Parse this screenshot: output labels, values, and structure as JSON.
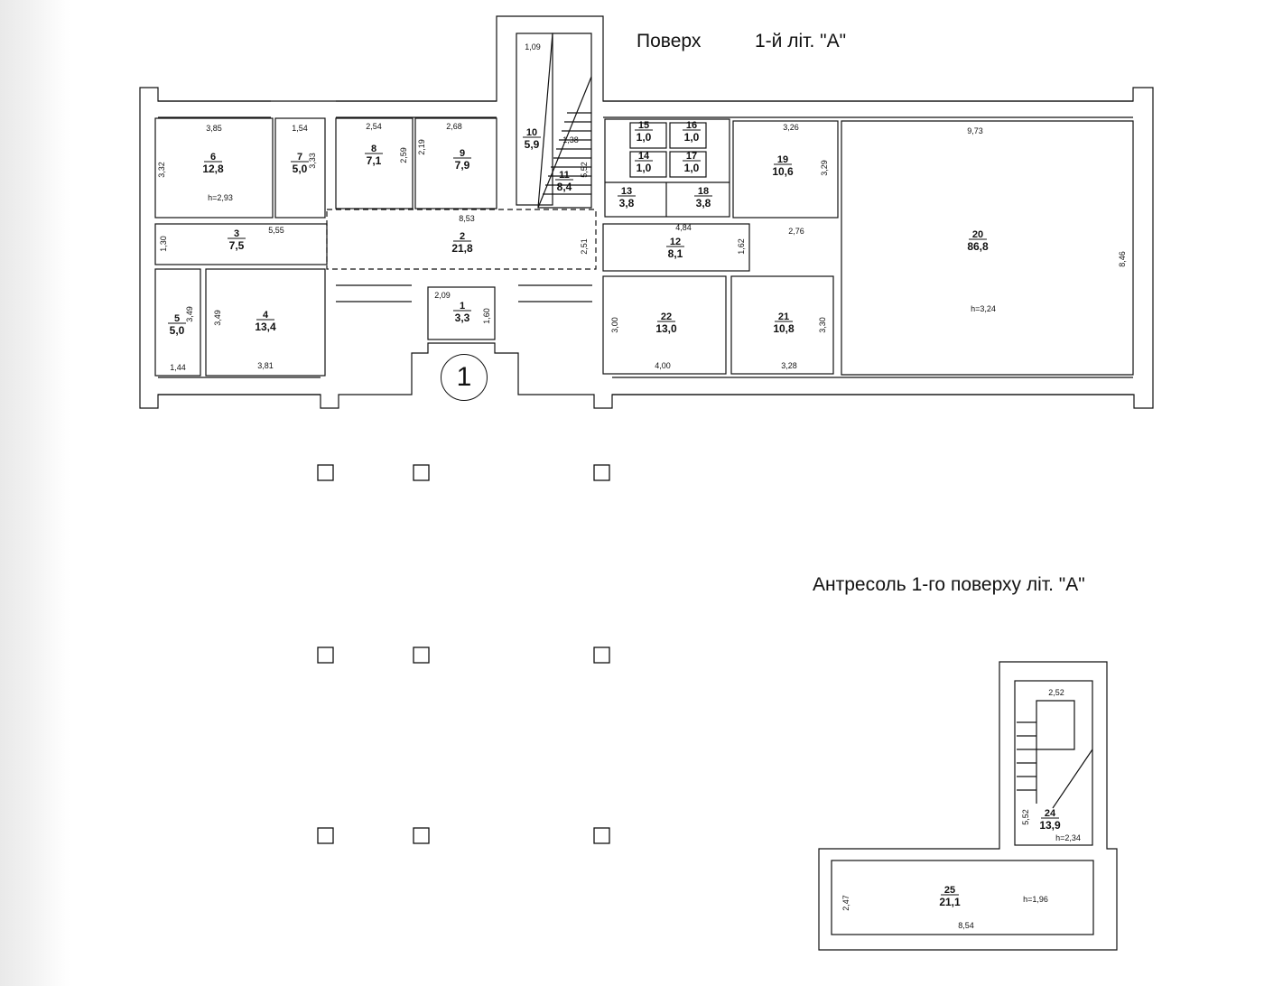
{
  "titles": {
    "floor_a": "Поверх",
    "floor_b": "1-й літ. \"А\"",
    "mezzanine": "Антресоль  1-го поверху літ. \"А\""
  },
  "entrance_label": "1",
  "rooms": [
    {
      "id": "1",
      "area": "3,3"
    },
    {
      "id": "2",
      "area": "21,8"
    },
    {
      "id": "3",
      "area": "7,5"
    },
    {
      "id": "4",
      "area": "13,4"
    },
    {
      "id": "5",
      "area": "5,0"
    },
    {
      "id": "6",
      "area": "12,8"
    },
    {
      "id": "7",
      "area": "5,0"
    },
    {
      "id": "8",
      "area": "7,1"
    },
    {
      "id": "9",
      "area": "7,9"
    },
    {
      "id": "10",
      "area": "5,9"
    },
    {
      "id": "11",
      "area": "8,4"
    },
    {
      "id": "12",
      "area": "8,1"
    },
    {
      "id": "13",
      "area": "3,8"
    },
    {
      "id": "14",
      "area": "1,0"
    },
    {
      "id": "15",
      "area": "1,0"
    },
    {
      "id": "16",
      "area": "1,0"
    },
    {
      "id": "17",
      "area": "1,0"
    },
    {
      "id": "18",
      "area": "3,8"
    },
    {
      "id": "19",
      "area": "10,6"
    },
    {
      "id": "20",
      "area": "86,8"
    },
    {
      "id": "21",
      "area": "10,8"
    },
    {
      "id": "22",
      "area": "13,0"
    },
    {
      "id": "24",
      "area": "13,9"
    },
    {
      "id": "25",
      "area": "21,1"
    }
  ],
  "dimensions": [
    "3,85",
    "1,54",
    "3,32",
    "3,33",
    "h=2,93",
    "2,54",
    "2,59",
    "2,68",
    "2,19",
    "1,09",
    "1,38",
    "5,52",
    "8,53",
    "1,30",
    "5,55",
    "2,51",
    "3,49",
    "3,49",
    "1,44",
    "3,81",
    "2,09",
    "1,60",
    "4,84",
    "1,62",
    "3,26",
    "3,29",
    "2,76",
    "9,73",
    "8,46",
    "h=3,24",
    "3,00",
    "4,00",
    "3,30",
    "3,28",
    "2,52",
    "5,52",
    "h=2,34",
    "2,47",
    "h=1,96",
    "8,54"
  ]
}
